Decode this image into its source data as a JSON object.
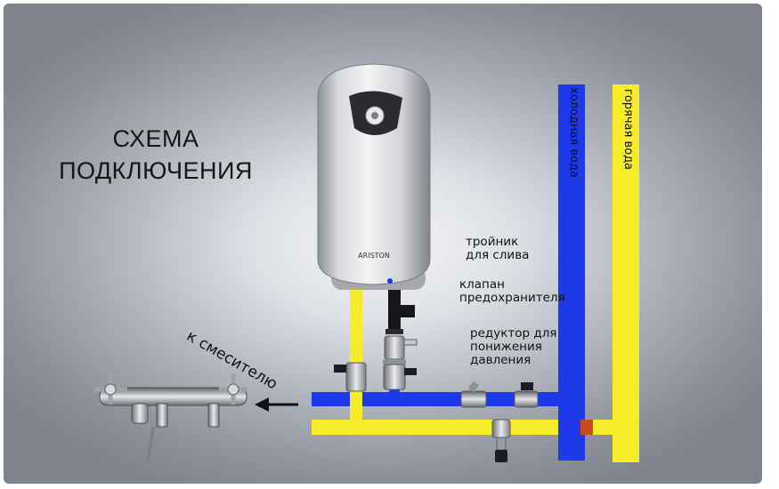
{
  "title": {
    "line1": "СХЕМА",
    "line2": "ПОДКЛЮЧЕНИЯ"
  },
  "heater": {
    "brand": "ARISTON"
  },
  "pipes": {
    "cold_label": "холодная вода",
    "hot_label": "горячая вода",
    "cold_color": "#1d39e8",
    "hot_color": "#f6ec2a"
  },
  "labels": {
    "tee_line1": "тройник",
    "tee_line2": "для слива",
    "valve_line1": "клапан",
    "valve_line2": "предохранителя",
    "reducer_line1": "редуктор для",
    "reducer_line2": "понижения",
    "reducer_line3": "давления",
    "to_mixer": "к смесителю"
  },
  "icons": [
    "water-heater-icon",
    "mixer-faucet-icon",
    "arrow-left-icon",
    "ball-valve-icon",
    "safety-valve-icon",
    "pressure-reducer-icon",
    "tee-fitting-icon"
  ]
}
